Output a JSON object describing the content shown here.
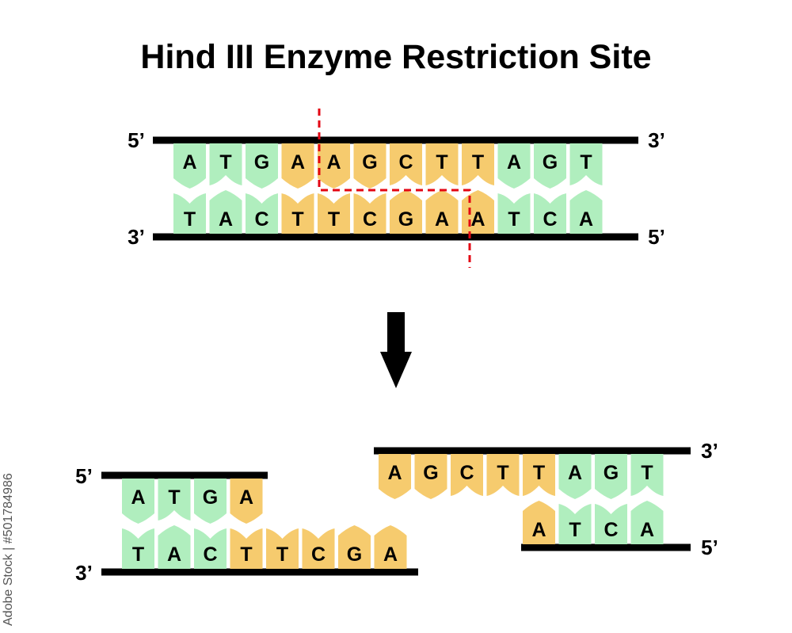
{
  "title": "Hind III Enzyme Restriction Site",
  "watermark": "Adobe Stock | #501784986",
  "colors": {
    "green": "#b0eebe",
    "orange": "#f6cb6e",
    "strand": "#000000",
    "cut_line": "#e30613"
  },
  "uncut": {
    "top_left_label": "5’",
    "top_right_label": "3’",
    "bottom_left_label": "3’",
    "bottom_right_label": "5’",
    "top_sequence": [
      "A",
      "T",
      "G",
      "A",
      "A",
      "G",
      "C",
      "T",
      "T",
      "A",
      "G",
      "T"
    ],
    "bottom_sequence": [
      "T",
      "A",
      "C",
      "T",
      "T",
      "C",
      "G",
      "A",
      "A",
      "T",
      "C",
      "A"
    ],
    "top_colors": [
      "green",
      "green",
      "green",
      "orange",
      "orange",
      "orange",
      "orange",
      "orange",
      "orange",
      "green",
      "green",
      "green"
    ],
    "bottom_colors": [
      "green",
      "green",
      "green",
      "orange",
      "orange",
      "orange",
      "orange",
      "orange",
      "orange",
      "green",
      "green",
      "green"
    ]
  },
  "arrow": "down-arrow",
  "left_fragment": {
    "top_left_label": "5’",
    "bottom_left_label": "3’",
    "top_sequence": [
      "A",
      "T",
      "G",
      "A"
    ],
    "bottom_sequence": [
      "T",
      "A",
      "C",
      "T",
      "T",
      "C",
      "G",
      "A"
    ],
    "top_colors": [
      "green",
      "green",
      "green",
      "orange"
    ],
    "bottom_colors": [
      "green",
      "green",
      "green",
      "orange",
      "orange",
      "orange",
      "orange",
      "orange"
    ]
  },
  "right_fragment": {
    "top_right_label": "3’",
    "bottom_right_label": "5’",
    "top_sequence": [
      "A",
      "G",
      "C",
      "T",
      "T",
      "A",
      "G",
      "T"
    ],
    "bottom_sequence": [
      "A",
      "T",
      "C",
      "A"
    ],
    "top_colors": [
      "orange",
      "orange",
      "orange",
      "orange",
      "orange",
      "green",
      "green",
      "green"
    ],
    "bottom_colors": [
      "orange",
      "green",
      "green",
      "green"
    ]
  }
}
